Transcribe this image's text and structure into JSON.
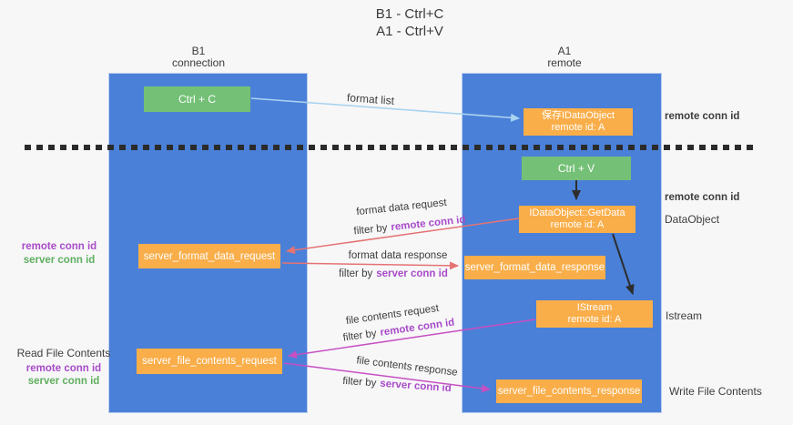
{
  "title": {
    "line1": "B1 - Ctrl+C",
    "line2": "A1 - Ctrl+V"
  },
  "lanes": {
    "left": {
      "name": "B1",
      "subtitle": "connection"
    },
    "right": {
      "name": "A1",
      "subtitle": "remote"
    }
  },
  "nodes": {
    "ctrl_c": {
      "label": "Ctrl + C"
    },
    "ctrl_v": {
      "label": "Ctrl + V"
    },
    "save_idataobject": {
      "line1": "保存IDataObject",
      "line2": "remote id: A"
    },
    "getdata": {
      "line1": "IDataObject::GetData",
      "line2": "remote id: A"
    },
    "istream": {
      "line1": "IStream",
      "line2": "remote id: A"
    },
    "format_request": {
      "label": "server_format_data_request"
    },
    "format_response": {
      "label": "server_format_data_response"
    },
    "file_request": {
      "label": "server_file_contents_request"
    },
    "file_response": {
      "label": "server_file_contents_response"
    }
  },
  "flow_labels": {
    "format_list": "format list",
    "format_data_request": "format data request",
    "format_data_response": "format data response",
    "file_contents_request": "file contents request",
    "file_contents_response": "file contents response",
    "filter_by": "filter by",
    "remote_conn_id": "remote conn id",
    "server_conn_id": "server conn id"
  },
  "side_labels": {
    "right_top_remote_conn_id": "remote conn id",
    "right_mid_remote_conn_id": "remote conn id",
    "dataobject": "DataObject",
    "istream": "Istream",
    "write_file_contents": "Write File Contents",
    "left_remote_conn_id": "remote conn id",
    "left_server_conn_id": "server conn id",
    "read_file_contents": "Read File Contents",
    "left_bottom_remote_conn_id": "remote conn id",
    "left_bottom_server_conn_id": "server conn id"
  },
  "colors": {
    "lane_blue": "#4a80d8",
    "node_green": "#74c077",
    "node_orange": "#f9ae4a",
    "arrow_light_blue": "#a9d3f0",
    "arrow_salmon": "#e57373",
    "arrow_magenta": "#c64fc2",
    "arrow_black": "#2d2d2d",
    "text_purple": "#a84bc8",
    "text_green": "#5fae5f",
    "text_dark": "#3d3d3d",
    "background": "#f7f7f8"
  }
}
